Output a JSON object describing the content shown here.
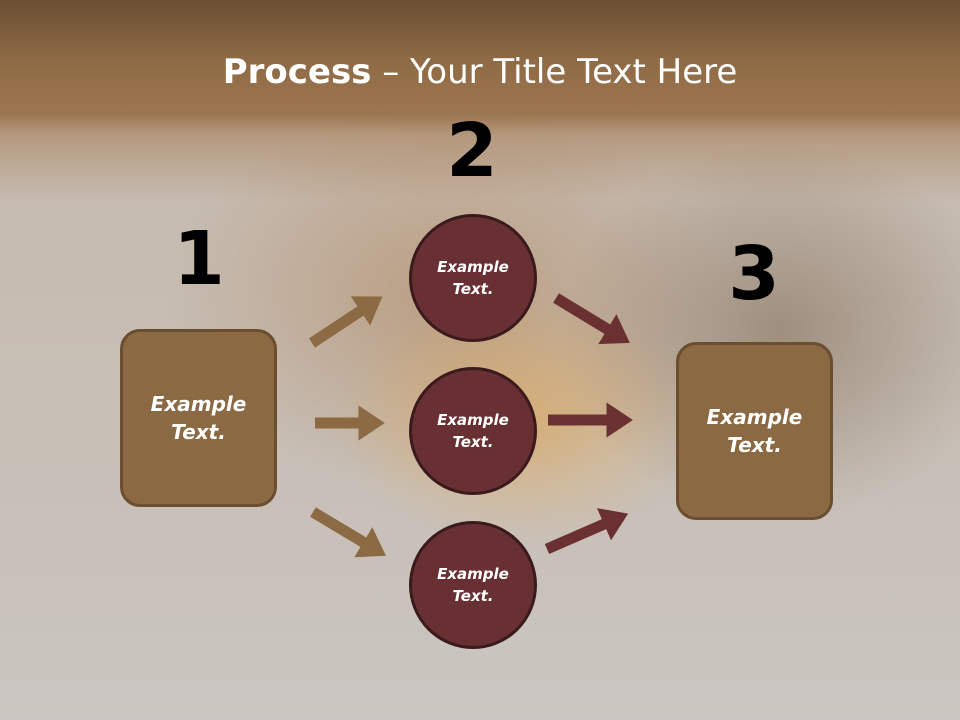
{
  "title": {
    "bold": "Process",
    "rest": " – Your Title Text Here"
  },
  "steps": {
    "n1": "1",
    "n2": "2",
    "n3": "3"
  },
  "box1": {
    "line1": "Example",
    "line2": "Text."
  },
  "box3": {
    "line1": "Example",
    "line2": "Text."
  },
  "circles": [
    {
      "line1": "Example",
      "line2": "Text."
    },
    {
      "line1": "Example",
      "line2": "Text."
    },
    {
      "line1": "Example",
      "line2": "Text."
    }
  ],
  "colors": {
    "box": "#8b6943",
    "circle": "#683033",
    "arrow_left": "#8b6a44",
    "arrow_right": "#6b3032"
  }
}
